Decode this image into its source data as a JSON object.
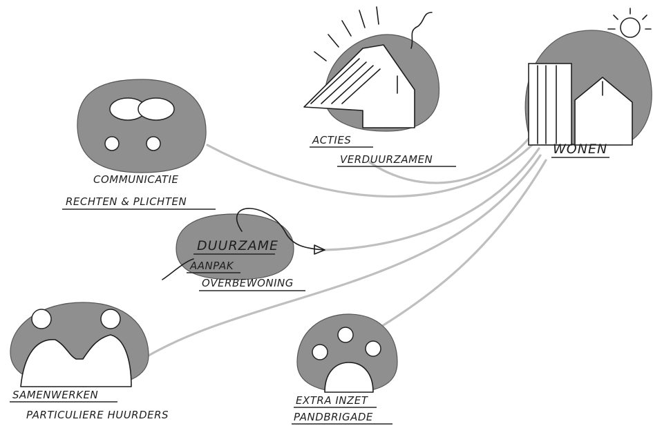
{
  "hub": {
    "label": "WONEN"
  },
  "nodes": [
    {
      "id": "acties",
      "lines": [
        "ACTIES",
        "VERDUURZAMEN"
      ]
    },
    {
      "id": "communicatie",
      "lines": [
        "COMMUNICATIE",
        "RECHTEN & PLICHTEN"
      ]
    },
    {
      "id": "duurzame",
      "lines": [
        "DUURZAME",
        "AANPAK",
        "OVERBEWONING"
      ]
    },
    {
      "id": "samenwerken",
      "lines": [
        "SAMENWERKEN",
        "PARTICULIERE HUURDERS"
      ]
    },
    {
      "id": "extra",
      "lines": [
        "EXTRA INZET",
        "PANDBRIGADE"
      ]
    }
  ]
}
